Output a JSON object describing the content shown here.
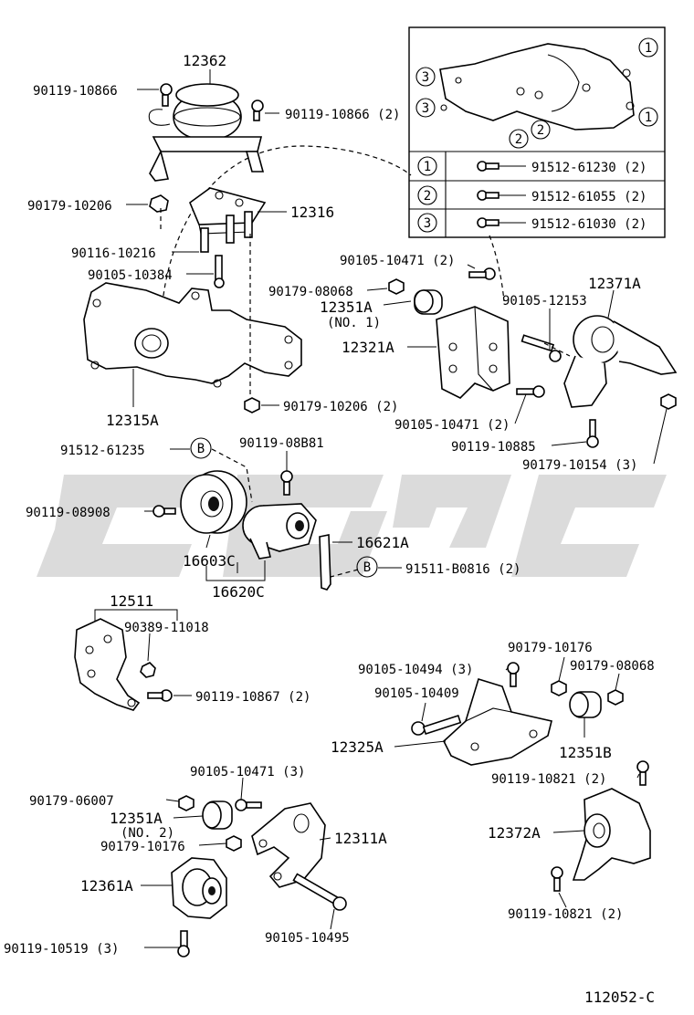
{
  "inset_table": {
    "rows": [
      {
        "ref": "1",
        "part": "91512-61230 (2)"
      },
      {
        "ref": "2",
        "part": "91512-61055 (2)"
      },
      {
        "ref": "3",
        "part": "91512-61030 (2)"
      }
    ],
    "callouts": [
      "1",
      "1",
      "2",
      "2",
      "3",
      "3"
    ]
  },
  "labels": {
    "p12362": "12362",
    "p90119_10866": "90119-10866",
    "p90119_10866_2": "90119-10866 (2)",
    "p90179_10206": "90179-10206",
    "p12316": "12316",
    "p90116_10216": "90116-10216",
    "p90105_10384": "90105-10384",
    "p12315A": "12315A",
    "p90179_10206_2": "90179-10206 (2)",
    "p90105_10471_2a": "90105-10471 (2)",
    "p90179_08068a": "90179-08068",
    "p12351A_no1": "12351A",
    "p12351A_no1_sub": "(NO. 1)",
    "p12321A": "12321A",
    "p90105_12153": "90105-12153",
    "p12371A": "12371A",
    "p90105_10471_2b": "90105-10471 (2)",
    "p90119_10885": "90119-10885",
    "p90179_10154_3": "90179-10154 (3)",
    "p91512_61235": "91512-61235",
    "ref_b1": "B",
    "p90119_08881": "90119-08B81",
    "p90119_08908": "90119-08908",
    "p16621A": "16621A",
    "ref_b2": "B",
    "p91511_b0816": "91511-B0816 (2)",
    "p16603C": "16603C",
    "p16620C": "16620C",
    "p12511": "12511",
    "p90389_11018": "90389-11018",
    "p90119_10867": "90119-10867 (2)",
    "p90179_10176a": "90179-10176",
    "p90105_10494": "90105-10494 (3)",
    "p90179_08068b": "90179-08068",
    "p90105_10409": "90105-10409",
    "p12325A": "12325A",
    "p12351B": "12351B",
    "p90119_10821_2a": "90119-10821 (2)",
    "p90105_10471_3": "90105-10471 (3)",
    "p90179_06007": "90179-06007",
    "p12351A_no2": "12351A",
    "p12351A_no2_sub": "(NO. 2)",
    "p90179_10176b": "90179-10176",
    "p12311A": "12311A",
    "p12372A": "12372A",
    "p12361A": "12361A",
    "p90119_10821_2b": "90119-10821 (2)",
    "p90119_10519": "90119-10519 (3)",
    "p90105_10495": "90105-10495"
  },
  "footer": {
    "code": "112052-C"
  }
}
